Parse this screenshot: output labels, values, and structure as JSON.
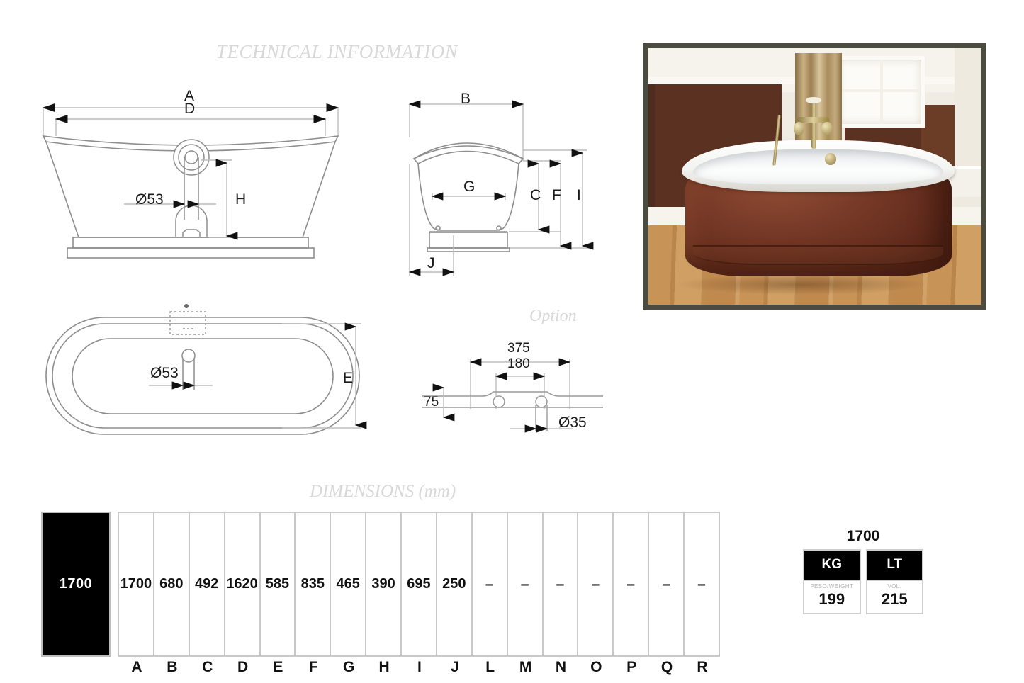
{
  "titles": {
    "technical_information": "TECHNICAL INFORMATION",
    "option": "Option",
    "dimensions": "DIMENSIONS (mm)"
  },
  "front_elevation": {
    "labels": {
      "a": "A",
      "d": "D",
      "h": "H",
      "drain_diameter": "Ø53"
    }
  },
  "side_elevation": {
    "labels": {
      "b": "B",
      "g": "G",
      "c": "C",
      "f": "F",
      "i": "I",
      "j": "J"
    }
  },
  "plan_view": {
    "labels": {
      "e": "E",
      "drain_diameter": "Ø53"
    }
  },
  "option_detail": {
    "labels": {
      "width_outer": "375",
      "width_inner": "180",
      "height": "75",
      "hole_diameter": "Ø35"
    }
  },
  "photo": {
    "alt": "freestanding copper finish bathtub in bathroom",
    "border_color": "#4b4b40"
  },
  "dimensions_table": {
    "model": "1700",
    "columns": [
      "A",
      "B",
      "C",
      "D",
      "E",
      "F",
      "G",
      "H",
      "I",
      "J",
      "L",
      "M",
      "N",
      "O",
      "P",
      "Q",
      "R"
    ],
    "values": [
      "1700",
      "680",
      "492",
      "1620",
      "585",
      "835",
      "465",
      "390",
      "695",
      "250",
      "–",
      "–",
      "–",
      "–",
      "–",
      "–",
      "–"
    ]
  },
  "spec_box": {
    "model": "1700",
    "weight": {
      "head": "KG",
      "unit": "PESO/WEIGHT",
      "value": "199"
    },
    "volume": {
      "head": "LT",
      "unit": "VOL.",
      "value": "215"
    }
  },
  "chart_data": {
    "type": "table",
    "title": "DIMENSIONS (mm)",
    "categories": [
      "A",
      "B",
      "C",
      "D",
      "E",
      "F",
      "G",
      "H",
      "I",
      "J",
      "L",
      "M",
      "N",
      "O",
      "P",
      "Q",
      "R"
    ],
    "values": [
      1700,
      680,
      492,
      1620,
      585,
      835,
      465,
      390,
      695,
      250,
      null,
      null,
      null,
      null,
      null,
      null,
      null
    ],
    "row_label": "1700",
    "extras": {
      "weight_kg": 199,
      "volume_lt": 215,
      "drain_diameter_mm": 53,
      "option_hole_diameter_mm": 35,
      "option_spacing_outer_mm": 375,
      "option_spacing_inner_mm": 180,
      "option_height_mm": 75
    }
  }
}
